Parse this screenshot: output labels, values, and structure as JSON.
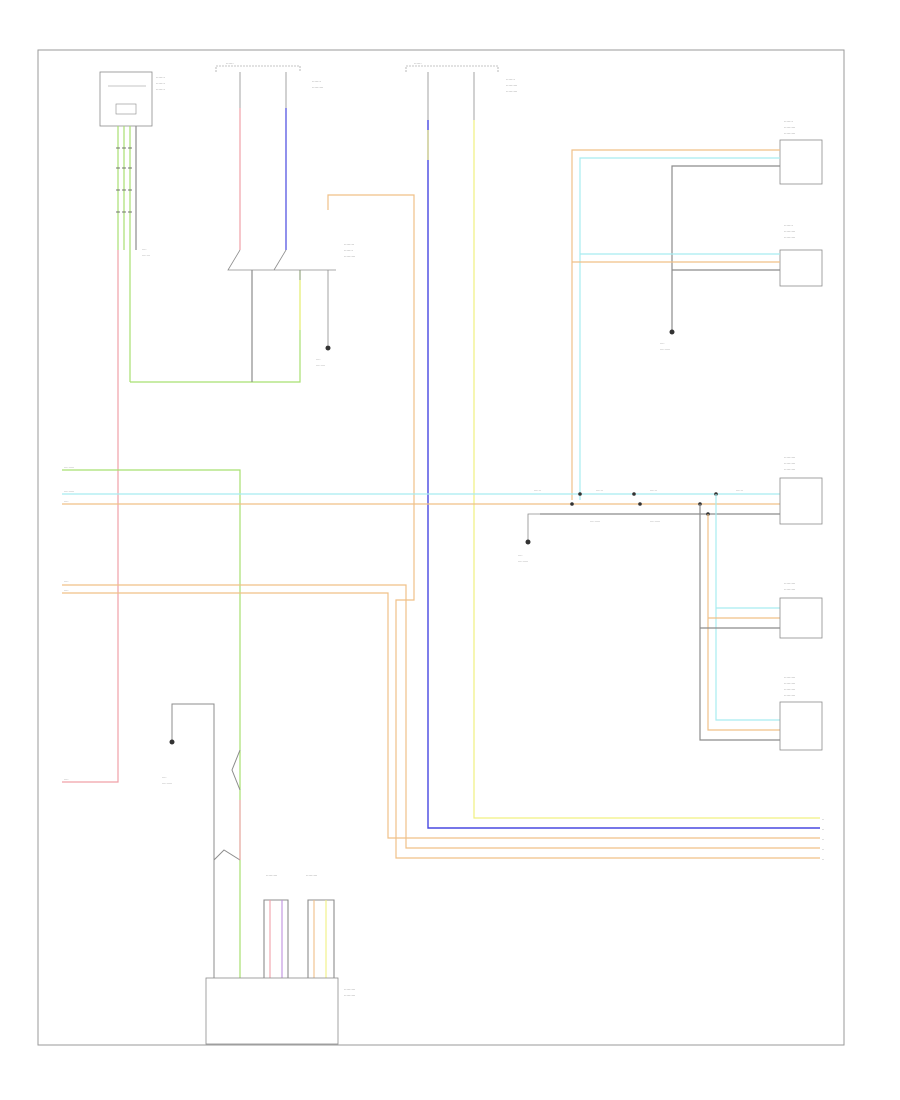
{
  "colors": {
    "border": "#9a9a9a",
    "wire_gray": "#8c8c8c",
    "green": "#a8e070",
    "pink": "#f0a0a8",
    "blue": "#4848e0",
    "yellow": "#f0f080",
    "orange": "#f0c088",
    "cyan": "#a8ecf0",
    "text": "#555555"
  },
  "diagram": {
    "page_label": "",
    "components": [
      {
        "id": "top-left-module",
        "label": ""
      },
      {
        "id": "fuse-block-1",
        "label": ""
      },
      {
        "id": "fuse-block-2",
        "label": ""
      },
      {
        "id": "right-unit-1",
        "label": ""
      },
      {
        "id": "right-unit-2",
        "label": ""
      },
      {
        "id": "right-unit-3",
        "label": ""
      },
      {
        "id": "right-unit-4",
        "label": ""
      },
      {
        "id": "right-unit-5",
        "label": ""
      },
      {
        "id": "bottom-module",
        "label": ""
      }
    ],
    "grounds": [
      {
        "id": "ground-1",
        "label": ""
      },
      {
        "id": "ground-2",
        "label": ""
      },
      {
        "id": "ground-3",
        "label": ""
      },
      {
        "id": "ground-4",
        "label": ""
      }
    ]
  }
}
